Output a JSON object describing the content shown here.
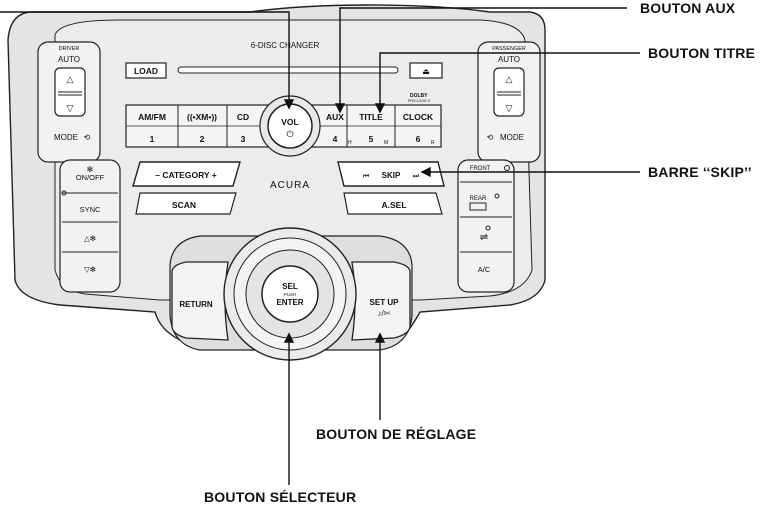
{
  "callouts": {
    "aux": "BOUTON AUX",
    "title": "BOUTON TITRE",
    "skip": "BARRE ‘‘SKIP’’",
    "setup": "BOUTON DE RÉGLAGE",
    "selector": "BOUTON SÉLECTEUR"
  },
  "panel": {
    "changer": "6-DISC CHANGER",
    "load": "LOAD",
    "brand": "ACURA",
    "dolby": "DOLBY",
    "dolby_sub": "PRO LOGIC II",
    "driver_top": "DRIVER",
    "driver_auto": "AUTO",
    "pass_top": "PASSENGER",
    "pass_auto": "AUTO",
    "mode_left": "MODE",
    "mode_right": "MODE",
    "onoff": "ON/OFF",
    "sync": "SYNC",
    "front": "FRONT",
    "rear": "REAR",
    "ac": "A/C",
    "vol": "VOL",
    "category": "– CATEGORY +",
    "scan": "SCAN",
    "skip": "SKIP",
    "asel": "A.SEL",
    "return": "RETURN",
    "sel": "SEL",
    "push": "PUSH",
    "enter": "ENTER",
    "setup": "SET UP",
    "setup_sym": "♪/✄"
  },
  "presets": [
    {
      "top": "AM/FM",
      "num": "1",
      "sub": ""
    },
    {
      "top": "((•XM•))",
      "num": "2",
      "sub": ""
    },
    {
      "top": "CD",
      "num": "3",
      "sub": ""
    },
    {
      "top": "AUX",
      "num": "4",
      "sub": "H"
    },
    {
      "top": "TITLE",
      "num": "5",
      "sub": "M"
    },
    {
      "top": "CLOCK",
      "num": "6",
      "sub": "R"
    }
  ]
}
